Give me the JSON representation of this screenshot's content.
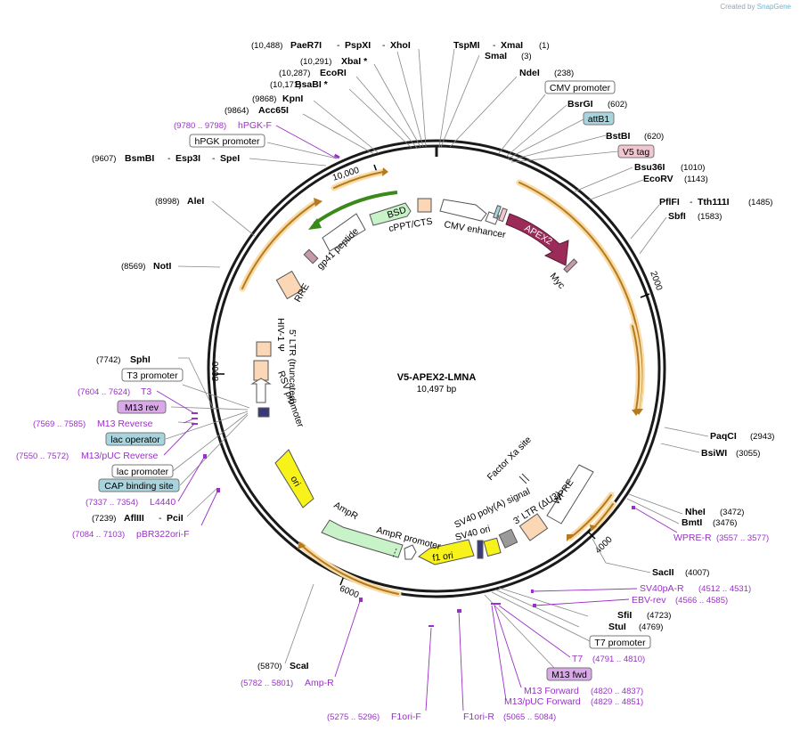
{
  "credit": {
    "prefix": "Created by",
    "brand": "SnapGene"
  },
  "plasmid": {
    "name": "V5-APEX2-LMNA",
    "size": "10,497 bp"
  },
  "ring_ticks": [
    "10,000",
    "2000",
    "4000",
    "6000",
    "8000"
  ],
  "enzymes": [
    {
      "pos": "(10,488)",
      "name": "PaeR7I",
      "extra": [
        "PspXI",
        "XhoI"
      ]
    },
    {
      "pos": "(10,291)",
      "name": "XbaI *",
      "extra": []
    },
    {
      "pos": "(10,287)",
      "name": "EcoRI",
      "extra": []
    },
    {
      "pos": "(10,171)",
      "name": "BsaBI *",
      "extra": []
    },
    {
      "pos": "(9868)",
      "name": "KpnI",
      "extra": []
    },
    {
      "pos": "(9864)",
      "name": "Acc65I",
      "extra": []
    },
    {
      "pos": "(9607)",
      "name": "BsmBI",
      "extra": [
        "Esp3I",
        "SpeI"
      ]
    },
    {
      "pos": "(8998)",
      "name": "AleI",
      "extra": []
    },
    {
      "pos": "(8569)",
      "name": "NotI",
      "extra": []
    },
    {
      "pos": "(7742)",
      "name": "SphI",
      "extra": []
    },
    {
      "pos": "(7239)",
      "name": "AflIII",
      "extra": [
        "PciI"
      ]
    },
    {
      "pos": "(5870)",
      "name": "ScaI",
      "extra": []
    },
    {
      "pos": "(1)",
      "name": "TspMI",
      "extra": [
        "XmaI"
      ]
    },
    {
      "pos": "(3)",
      "name": "SmaI",
      "extra": []
    },
    {
      "pos": "(238)",
      "name": "NdeI",
      "extra": []
    },
    {
      "pos": "(602)",
      "name": "BsrGI",
      "extra": []
    },
    {
      "pos": "(620)",
      "name": "BstBI",
      "extra": []
    },
    {
      "pos": "(1010)",
      "name": "Bsu36I",
      "extra": []
    },
    {
      "pos": "(1143)",
      "name": "EcoRV",
      "extra": []
    },
    {
      "pos": "(1485)",
      "name": "PflFI",
      "extra": [
        "Tth111I"
      ]
    },
    {
      "pos": "(1583)",
      "name": "SbfI",
      "extra": []
    },
    {
      "pos": "(2943)",
      "name": "PaqCI",
      "extra": []
    },
    {
      "pos": "(3055)",
      "name": "BsiWI",
      "extra": []
    },
    {
      "pos": "(3472)",
      "name": "NheI",
      "extra": []
    },
    {
      "pos": "(3476)",
      "name": "BmtI",
      "extra": []
    },
    {
      "pos": "(4007)",
      "name": "SacII",
      "extra": []
    },
    {
      "pos": "(4723)",
      "name": "SfiI",
      "extra": []
    },
    {
      "pos": "(4769)",
      "name": "StuI",
      "extra": []
    }
  ],
  "boxed_features": [
    {
      "name": "CMV promoter",
      "style": "white"
    },
    {
      "name": "attB1",
      "style": "blue"
    },
    {
      "name": "V5 tag",
      "style": "pink"
    },
    {
      "name": "hPGK promoter",
      "style": "white"
    },
    {
      "name": "T3 promoter",
      "style": "white"
    },
    {
      "name": "M13 rev",
      "style": "violet"
    },
    {
      "name": "lac operator",
      "style": "blue"
    },
    {
      "name": "lac promoter",
      "style": "white"
    },
    {
      "name": "CAP binding site",
      "style": "blue"
    },
    {
      "name": "T7 promoter",
      "style": "white"
    },
    {
      "name": "M13 fwd",
      "style": "violet"
    }
  ],
  "primers": [
    {
      "range": "(9780 .. 9798)",
      "name": "hPGK-F"
    },
    {
      "range": "(7604 .. 7624)",
      "name": "T3"
    },
    {
      "range": "(7569 .. 7585)",
      "name": "M13 Reverse"
    },
    {
      "range": "(7550 .. 7572)",
      "name": "M13/pUC Reverse"
    },
    {
      "range": "(7337 .. 7354)",
      "name": "L4440"
    },
    {
      "range": "(7084 .. 7103)",
      "name": "pBR322ori-F"
    },
    {
      "range": "(5782 .. 5801)",
      "name": "Amp-R"
    },
    {
      "range": "(5275 .. 5296)",
      "name": "F1ori-F"
    },
    {
      "range": "(5065 .. 5084)",
      "name": "F1ori-R"
    },
    {
      "range": "(3557 .. 3577)",
      "name": "WPRE-R"
    },
    {
      "range": "(4512 .. 4531)",
      "name": "SV40pA-R"
    },
    {
      "range": "(4566 .. 4585)",
      "name": "EBV-rev"
    },
    {
      "range": "(4791 .. 4810)",
      "name": "T7"
    },
    {
      "range": "(4820 .. 4837)",
      "name": "M13 Forward"
    },
    {
      "range": "(4829 .. 4851)",
      "name": "M13/pUC Forward"
    }
  ],
  "inner_features": {
    "bsd": "BSD",
    "cppt": "cPPT/CTS",
    "cmv_enh": "CMV enhancer",
    "apex2": "APEX2",
    "myc": "Myc",
    "gp41": "gp41 peptide",
    "rre": "RRE",
    "hiv": "HIV-1 Ψ",
    "ltr5": "5' LTR (truncated)",
    "rsv": "RSV promoter",
    "ori": "ori",
    "ampr": "AmpR",
    "ampr_prom": "AmpR promoter",
    "f1ori": "f1 ori",
    "sv40ori": "SV40 ori",
    "sv40pa": "SV40 poly(A) signal",
    "ltr3": "3' LTR (ΔU3)",
    "wpre": "WPRE",
    "factor_xa": "Factor Xa site"
  },
  "colors": {
    "backbone": "#1a1a1a",
    "orf": "#e8a23a",
    "orf_halo": "#f8dba5",
    "apex2": "#9b2c5a",
    "bsd": "#c8f2c8",
    "bsd_bar": "#3a8a1a",
    "ampr": "#c8f2c8",
    "ori": "#f7f21a",
    "ltr": "#fbd7b5",
    "sv40ori": "#9a9a9a",
    "primer": "#9b30c9",
    "feature_blue": "#a8d4de",
    "feature_pink": "#f1c6d0",
    "feature_violet": "#d8a8e8"
  }
}
